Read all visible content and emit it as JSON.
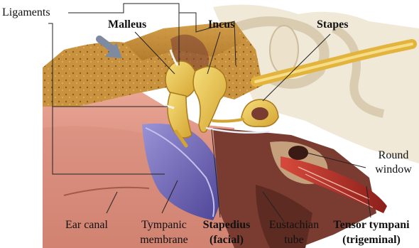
{
  "labels": {
    "ligaments": "Ligaments",
    "malleus": "Malleus",
    "incus": "Incus",
    "stapes": "Stapes",
    "round_window_1": "Round",
    "round_window_2": "window",
    "ear_canal": "Ear canal",
    "tympanic_1": "Tympanic",
    "tympanic_2": "membrane",
    "stapedius_1": "Stapedius",
    "stapedius_2": "(facial)",
    "eustachian_1": "Eustachian",
    "eustachian_2": "tube",
    "tensor_1": "Tensor tympani",
    "tensor_2": "(trigeminal)"
  },
  "colors": {
    "bone": "#c9923e",
    "bone_dark": "#9c6a24",
    "ossicle": "#e8c24a",
    "membrane": "#6f66b8",
    "tissue_pink": "#d98d7e",
    "tissue_dark": "#7a3c31",
    "muscle_red": "#b7322b",
    "nerve_yellow": "#e2b43c",
    "inner_ear": "#f1e9d8"
  }
}
